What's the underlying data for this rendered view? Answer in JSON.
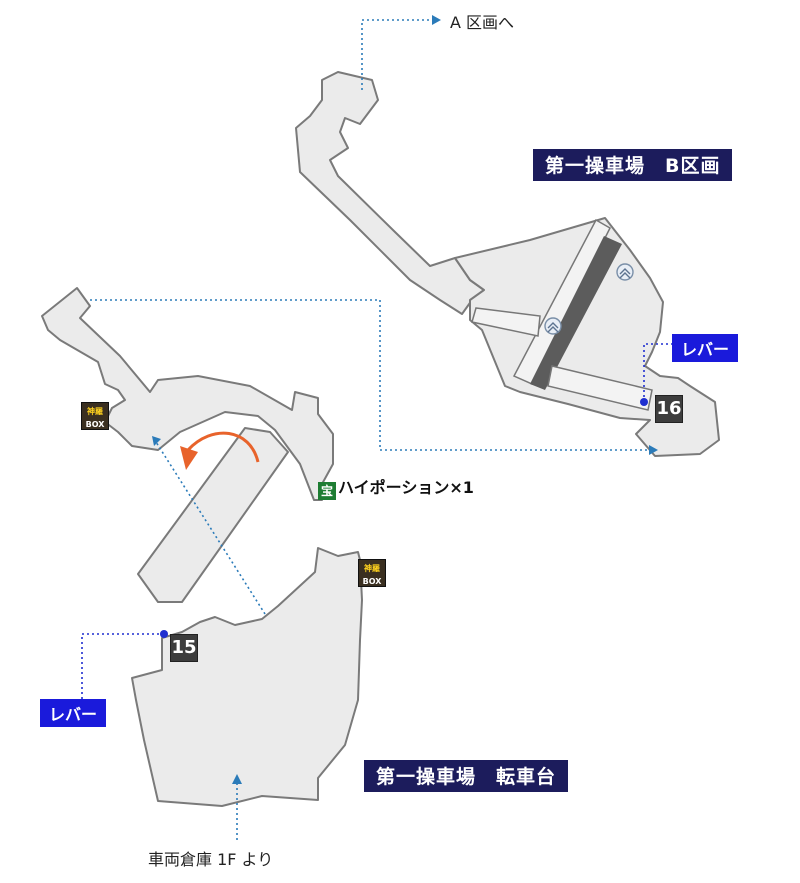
{
  "labels": {
    "to_area_a": "A 区画へ",
    "from_warehouse": "車両倉庫 1F より"
  },
  "areas": {
    "area_b": "第一操車場　B区画",
    "turntable": "第一操車場　転車台"
  },
  "levers": {
    "lever_b": "レバー",
    "lever_turntable": "レバー"
  },
  "points": {
    "p16": "16",
    "p15": "15"
  },
  "boxes": {
    "box1_top": "神羅",
    "box1_bottom": "BOX",
    "box2_top": "神羅",
    "box2_bottom": "BOX"
  },
  "treasure": {
    "icon_char": "宝",
    "item": "ハイポーション×1",
    "icon_color": "#1e7d33"
  },
  "colors": {
    "route": "#2b7bb9",
    "lever_route": "#1f2fd0",
    "area_label_bg": "#1c1c5c",
    "lever_label_bg": "#1a1adb",
    "rotation_arrow": "#e8632b"
  }
}
